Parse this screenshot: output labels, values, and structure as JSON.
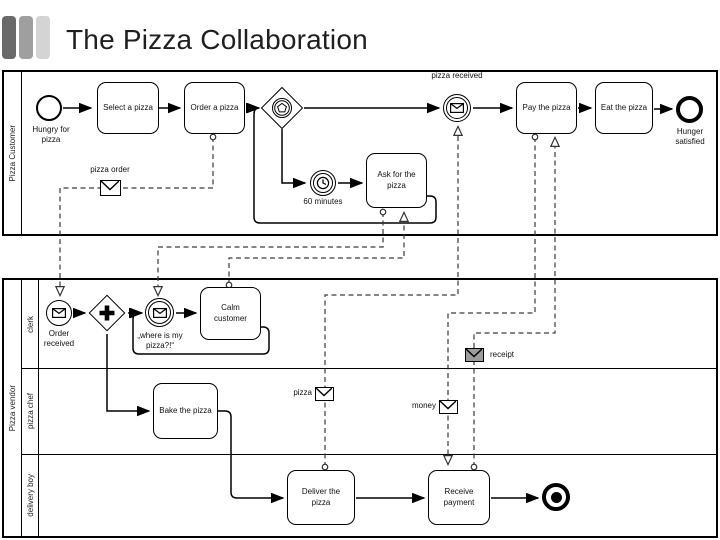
{
  "title": "The Pizza Collaboration",
  "decoration": {
    "squares": [
      "#6a6a6a",
      "#9f9f9f",
      "#d4d4d4"
    ],
    "receipt_envelope_fill": "#9c9c9c"
  },
  "pools": {
    "customer": {
      "name": "Pizza Customer"
    },
    "vendor": {
      "name": "Pizza vendor",
      "lanes": [
        {
          "label": "clerk"
        },
        {
          "label": "pizza chef"
        },
        {
          "label": "delivery boy"
        }
      ]
    }
  },
  "nodes": {
    "start_hungry": {
      "label": "Hungry for pizza"
    },
    "select_pizza": {
      "label": "Select a pizza"
    },
    "order_pizza": {
      "label": "Order a pizza"
    },
    "pizza_received": {
      "label": "pizza received"
    },
    "pay_pizza": {
      "label": "Pay the pizza"
    },
    "eat_pizza": {
      "label": "Eat the pizza"
    },
    "hunger_satisfied": {
      "label": "Hunger satisfied"
    },
    "timer": {
      "label": "60 minutes"
    },
    "ask_pizza": {
      "label": "Ask for the pizza"
    },
    "order_received": {
      "label": "Order received"
    },
    "where_pizza": {
      "label": "„where is my pizza?!“"
    },
    "calm_customer": {
      "label": "Calm customer"
    },
    "bake_pizza": {
      "label": "Bake the pizza"
    },
    "deliver_pizza": {
      "label": "Deliver the pizza"
    },
    "receive_payment": {
      "label": "Receive payment"
    }
  },
  "messages": {
    "pizza_order": {
      "label": "pizza order"
    },
    "pizza": {
      "label": "pizza"
    },
    "money": {
      "label": "money"
    },
    "receipt": {
      "label": "receipt"
    }
  }
}
